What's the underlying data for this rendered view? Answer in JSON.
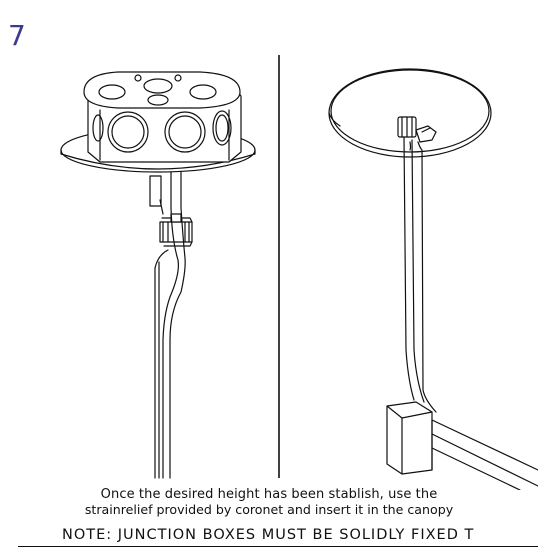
{
  "step_number": "7",
  "caption_line1": "Once the desired height has been stablish, use the",
  "caption_line2": "strainrelief provided by coronet and insert it in the canopy",
  "note": "NOTE:  JUNCTION BOXES MUST BE SOLIDLY FIXED T",
  "colors": {
    "step_number": "#3b3a8f",
    "line": "#111111"
  }
}
